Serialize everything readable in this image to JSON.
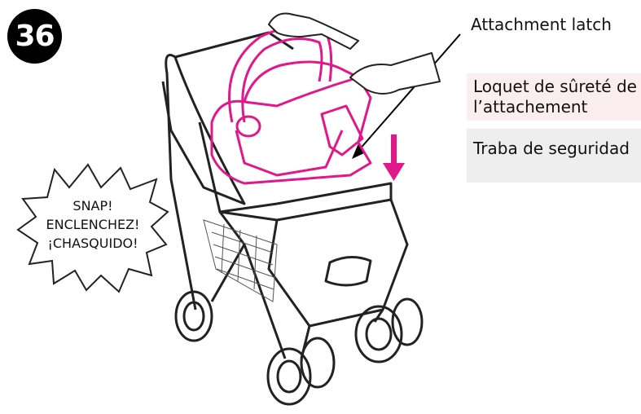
{
  "step": {
    "number": "36"
  },
  "labels": {
    "english": "Attachment latch",
    "french": "Loquet de sûreté de l’attachement",
    "spanish": "Traba de seguridad"
  },
  "snap_callout": {
    "line1": "SNAP!",
    "line2": "ENCLENCHEZ!",
    "line3": "¡CHASQUIDO!"
  },
  "colors": {
    "car_seat_outline": "#e0188a",
    "arrow": "#e0188a",
    "french_label_bg": "#fbeeee",
    "spanish_label_bg": "#eeeeee"
  }
}
